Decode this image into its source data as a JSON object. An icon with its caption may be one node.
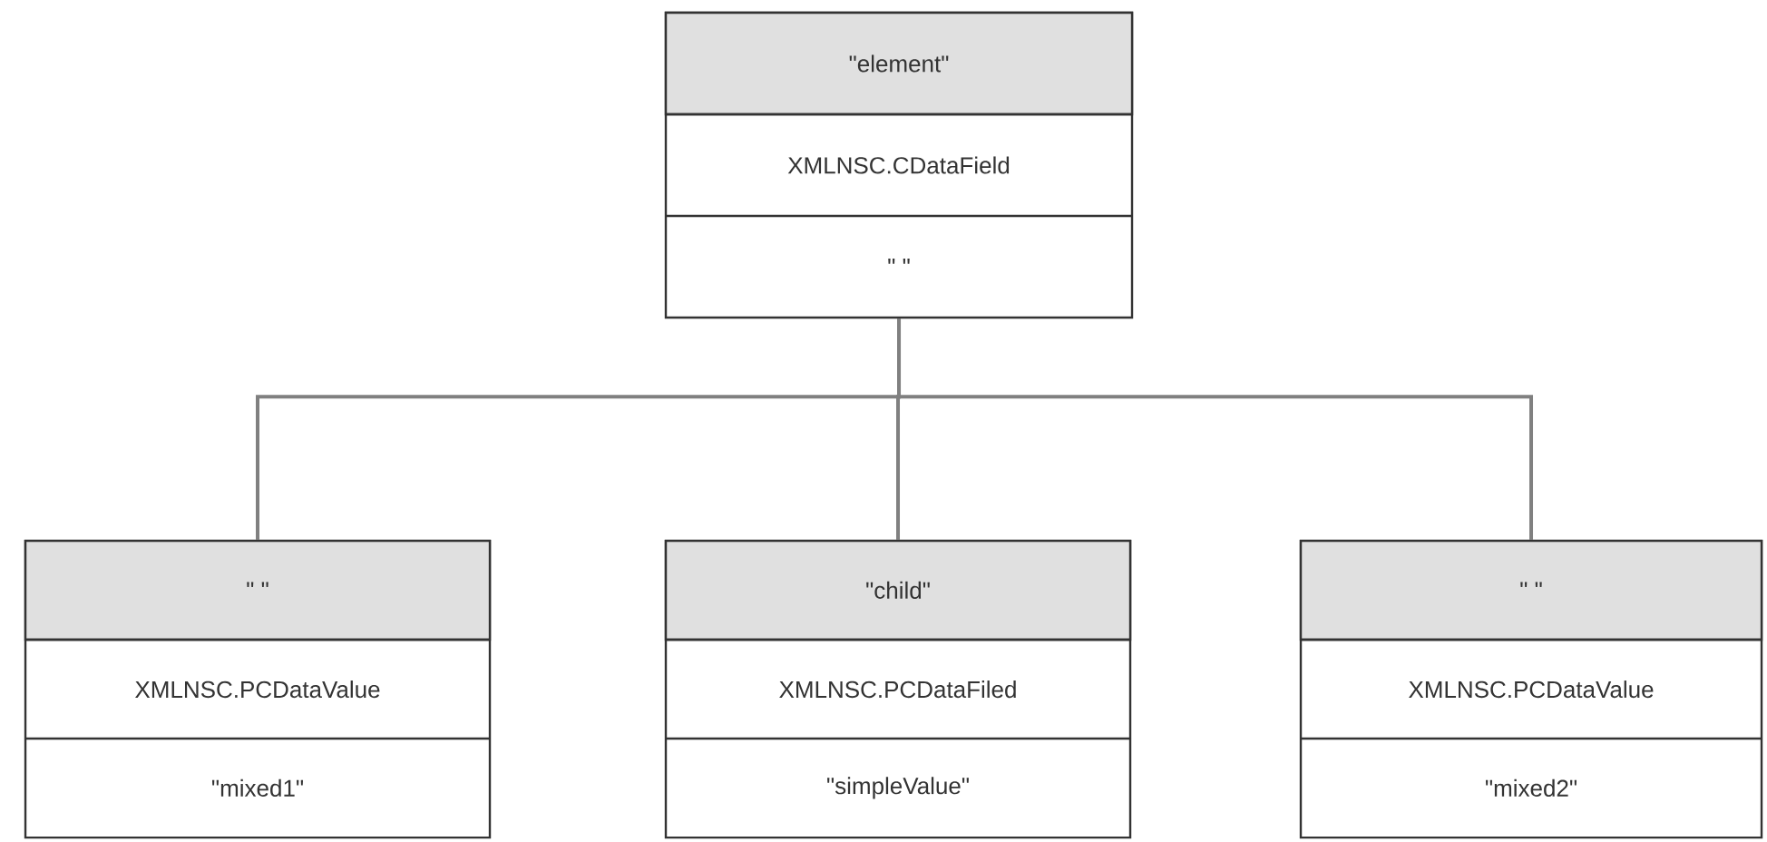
{
  "diagram": {
    "nodes": [
      {
        "text": [
          "\"element\"",
          "XMLNSC.CDataField",
          "\" \""
        ]
      },
      {
        "text": [
          "\" \"",
          "XMLNSC.PCDataValue",
          "\"mixed1\""
        ]
      },
      {
        "text": [
          "\"child\"",
          "XMLNSC.PCDataFiled",
          "\"simpleValue\""
        ]
      },
      {
        "text": [
          "\" \"",
          "XMLNSC.PCDataValue",
          "\"mixed2\""
        ]
      }
    ],
    "edges": [
      {
        "from": 0,
        "to": 1,
        "arrow": "none"
      },
      {
        "from": 0,
        "to": 2,
        "arrow": "none"
      },
      {
        "from": 0,
        "to": 3,
        "arrow": "none"
      }
    ]
  }
}
